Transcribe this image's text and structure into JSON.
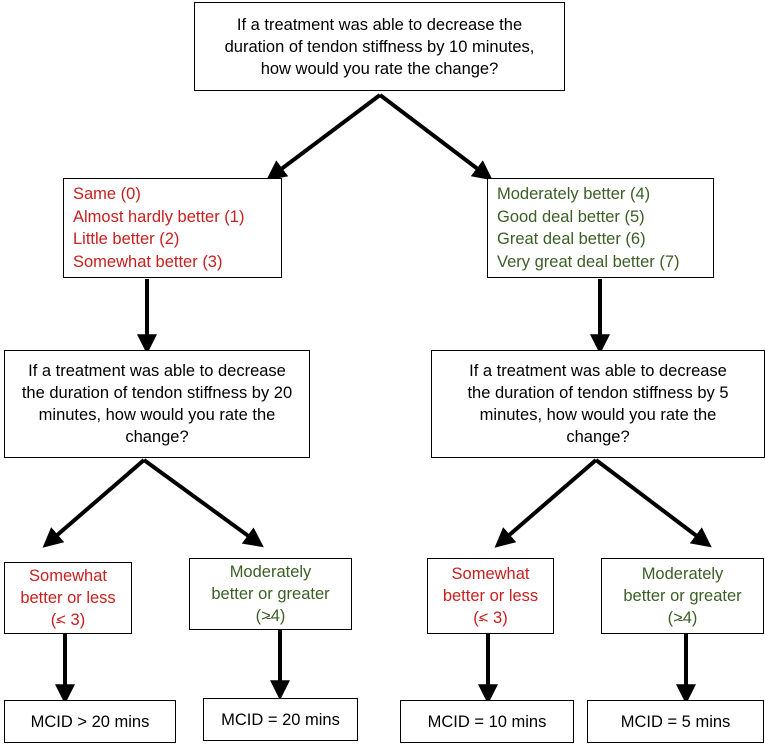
{
  "root_question": {
    "lines": [
      "If a treatment was able to decrease the",
      "duration of tendon stiffness by 10 minutes,",
      "how would you rate the change?"
    ]
  },
  "left_options": [
    "Same (0)",
    "Almost hardly better (1)",
    "Little better (2)",
    "Somewhat better (3)"
  ],
  "right_options": [
    "Moderately better (4)",
    "Good deal better (5)",
    "Great deal better (6)",
    "Very great deal better (7)"
  ],
  "left_question": {
    "lines": [
      "If a treatment was able to decrease",
      "the duration of tendon stiffness by 20",
      "minutes, how would you rate the",
      "change?"
    ]
  },
  "right_question": {
    "lines": [
      "If a treatment was able to decrease",
      "the duration of tendon stiffness by 5",
      "minutes, how would you rate the",
      "change?"
    ]
  },
  "leaves": [
    {
      "lines": [
        "Somewhat",
        "better or less"
      ],
      "symbol": "<",
      "value": " 3)",
      "prefix": "(",
      "color": "#c8201e"
    },
    {
      "lines": [
        "Moderately",
        "better or greater"
      ],
      "symbol": ">",
      "value": "4)",
      "prefix": "(",
      "color": "#3b5e25"
    },
    {
      "lines": [
        "Somewhat",
        "better or less"
      ],
      "symbol": "<",
      "value": " 3)",
      "prefix": "(",
      "color": "#c8201e"
    },
    {
      "lines": [
        "Moderately",
        "better or greater"
      ],
      "symbol": ">",
      "value": "4)",
      "prefix": "(",
      "color": "#3b5e25"
    }
  ],
  "results": [
    "MCID > 20 mins",
    "MCID = 20 mins",
    "MCID = 10 mins",
    "MCID = 5 mins"
  ]
}
